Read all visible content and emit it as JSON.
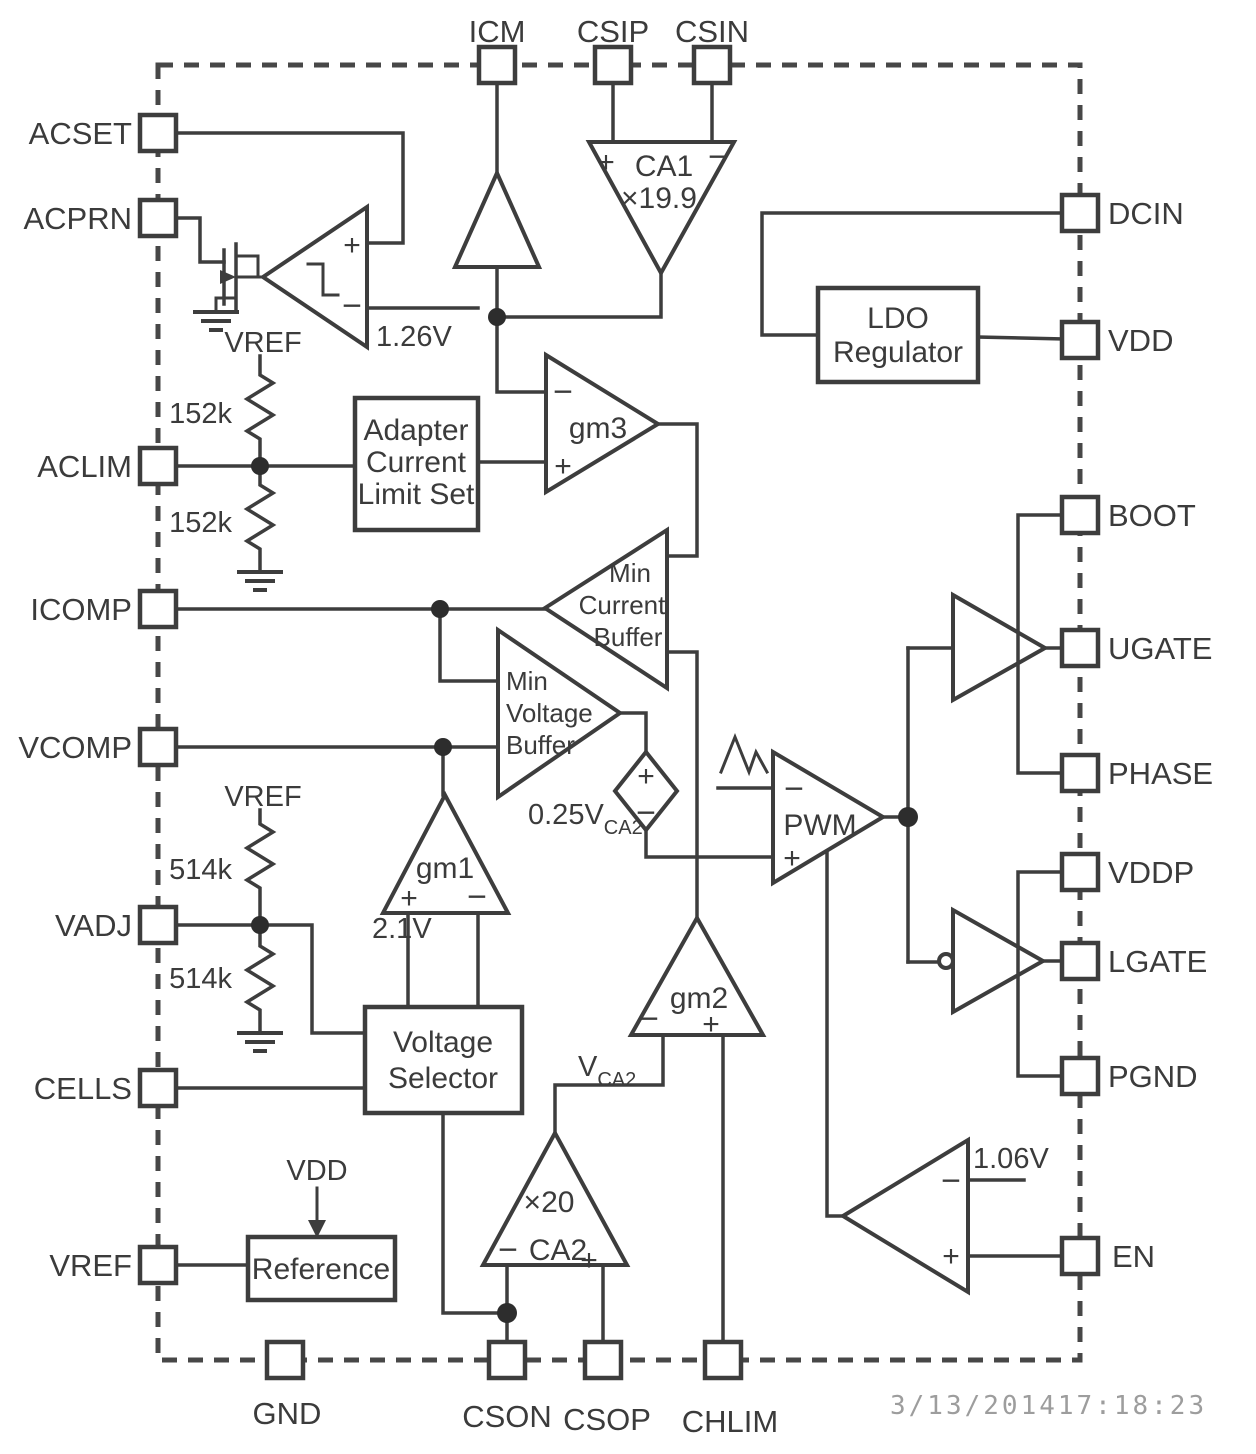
{
  "pins": {
    "top": [
      "ICM",
      "CSIP",
      "CSIN"
    ],
    "left": [
      "ACSET",
      "ACPRN",
      "ACLIM",
      "ICOMP",
      "VCOMP",
      "VADJ",
      "CELLS",
      "VREF"
    ],
    "right": [
      "DCIN",
      "VDD",
      "BOOT",
      "UGATE",
      "PHASE",
      "VDDP",
      "LGATE",
      "PGND",
      "EN"
    ],
    "bottom": [
      "GND",
      "CSON",
      "CSOP",
      "CHLIM"
    ]
  },
  "blocks": {
    "adapter_current_limit_set": [
      "Adapter",
      "Current",
      "Limit Set"
    ],
    "voltage_selector": [
      "Voltage",
      "Selector"
    ],
    "ldo_regulator": [
      "LDO",
      "Regulator"
    ],
    "reference": "Reference"
  },
  "amps": {
    "ca1": {
      "name": "CA1",
      "gain": "×19.9"
    },
    "ca2": {
      "name": "CA2",
      "gain": "×20"
    },
    "gm1": "gm1",
    "gm2": "gm2",
    "gm3": "gm3",
    "pwm": "PWM",
    "min_current_buffer": [
      "Min",
      "Current",
      "Buffer"
    ],
    "min_voltage_buffer": [
      "Min",
      "Voltage",
      "Buffer"
    ]
  },
  "refs": {
    "acok_threshold": "1.26V",
    "gm1_reference": "2.1V",
    "en_threshold": "1.06V",
    "scaled_ca2": "0.25V",
    "scaled_ca2_sub": "CA2",
    "vca2": "V",
    "vca2_sub": "CA2"
  },
  "resistors": {
    "aclim_upper": "152k",
    "aclim_lower": "152k",
    "vadj_upper": "514k",
    "vadj_lower": "514k"
  },
  "nets": {
    "vref": "VREF",
    "vdd": "VDD"
  },
  "polarity": {
    "plus": "+",
    "minus": "−"
  },
  "timestamp": "3/13/201417:18:23"
}
